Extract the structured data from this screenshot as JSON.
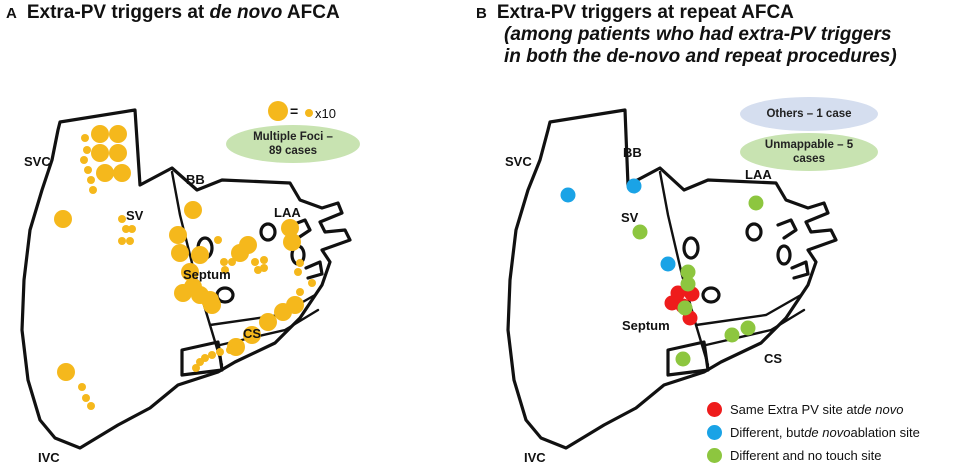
{
  "panel_a": {
    "letter": "A",
    "title_pre": "Extra-PV triggers at ",
    "title_em": "de novo",
    "title_post": " AFCA",
    "labels": {
      "svc": "SVC",
      "sv": "SV",
      "bb": "BB",
      "laa": "LAA",
      "septum": "Septum",
      "cs": "CS",
      "ivc": "IVC"
    },
    "scale_legend": {
      "equals": "=",
      "multiplier": "x10"
    },
    "multiple_foci": "Multiple Foci – 89 cases",
    "dot_color": "#f5b81c"
  },
  "panel_b": {
    "letter": "B",
    "title": "Extra-PV triggers at repeat AFCA",
    "subtitle_line1": "(among patients who had extra-PV triggers",
    "subtitle_line2": "in both the de-novo and repeat procedures)",
    "labels": {
      "svc": "SVC",
      "sv": "SV",
      "bb": "BB",
      "laa": "LAA",
      "septum": "Septum",
      "cs": "CS",
      "ivc": "IVC"
    },
    "others": "Others – 1 case",
    "unmappable": "Unmappable – 5 cases",
    "legend": [
      {
        "pre": "Same Extra PV site at ",
        "em": "de novo",
        "post": "",
        "color": "#ee1c1c"
      },
      {
        "pre": "Different, but ",
        "em": "de novo",
        "post": " ablation site",
        "color": "#1aa3e6"
      },
      {
        "pre": "Different and no touch site",
        "em": "",
        "post": "",
        "color": "#8dc63f"
      }
    ]
  }
}
